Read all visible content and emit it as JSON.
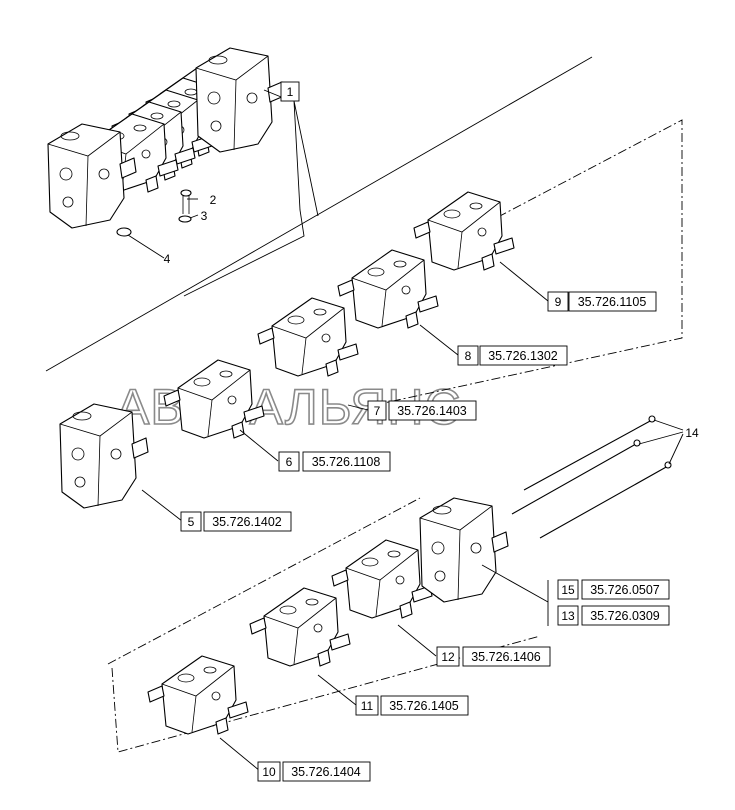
{
  "watermark": "АВТОАЛЬЯНС",
  "callouts": [
    {
      "num": "1",
      "ref": ""
    },
    {
      "num": "2",
      "ref": ""
    },
    {
      "num": "3",
      "ref": ""
    },
    {
      "num": "4",
      "ref": ""
    },
    {
      "num": "5",
      "ref": "35.726.1402"
    },
    {
      "num": "6",
      "ref": "35.726.1108"
    },
    {
      "num": "7",
      "ref": "35.726.1403"
    },
    {
      "num": "8",
      "ref": "35.726.1302"
    },
    {
      "num": "9",
      "ref": "35.726.1105"
    },
    {
      "num": "10",
      "ref": "35.726.1404"
    },
    {
      "num": "11",
      "ref": "35.726.1405"
    },
    {
      "num": "12",
      "ref": "35.726.1406"
    },
    {
      "num": "13",
      "ref": "35.726.0309"
    },
    {
      "num": "14",
      "ref": ""
    },
    {
      "num": "15",
      "ref": "35.726.0507"
    }
  ]
}
